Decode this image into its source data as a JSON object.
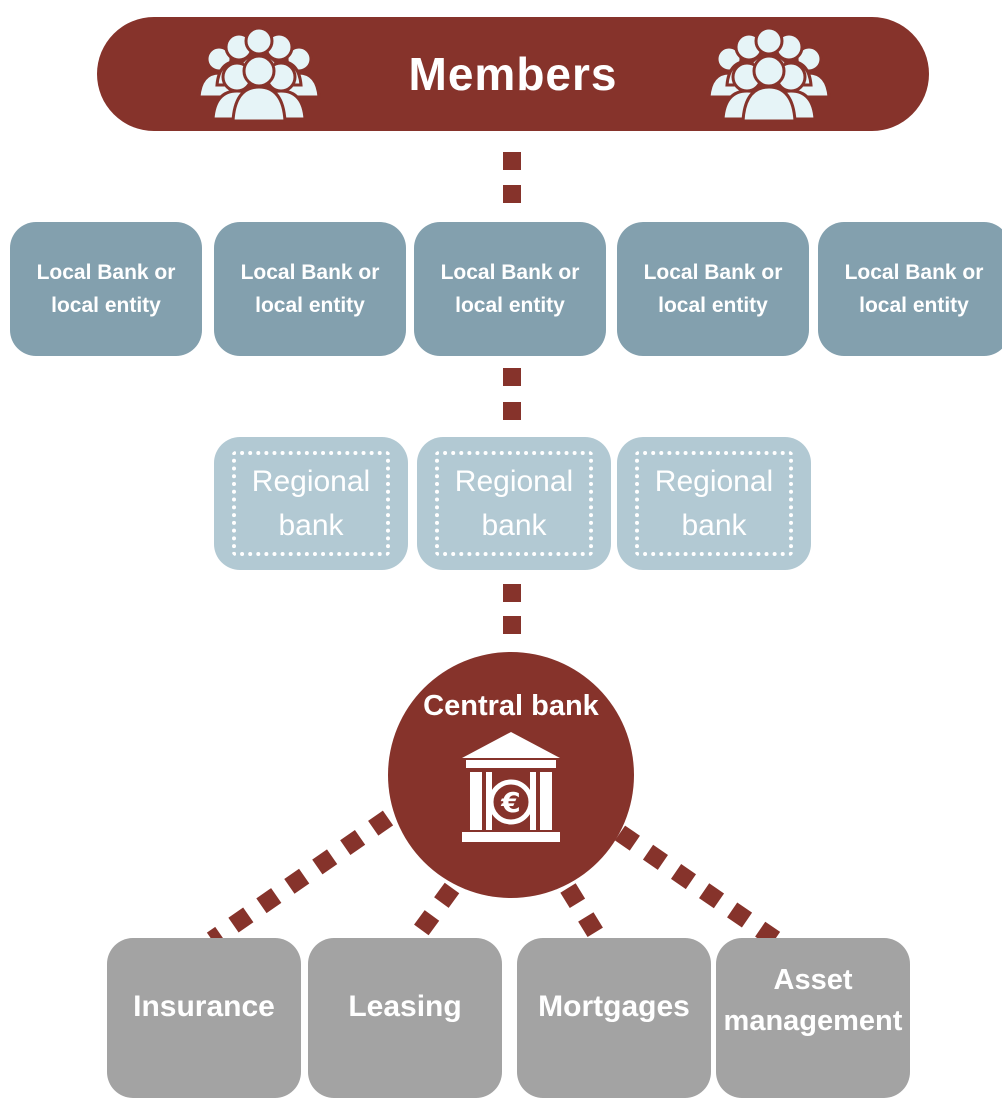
{
  "members": {
    "title": "Members",
    "icon": "people-group-icon"
  },
  "local_entities": [
    {
      "label": "Local Bank or local entity"
    },
    {
      "label": "Local Bank or local entity"
    },
    {
      "label": "Local Bank or local entity"
    },
    {
      "label": "Local Bank or local entity"
    },
    {
      "label": "Local Bank or local entity"
    }
  ],
  "regional_banks": [
    {
      "label": "Regional bank"
    },
    {
      "label": "Regional bank"
    },
    {
      "label": "Regional bank"
    }
  ],
  "central": {
    "title": "Central bank",
    "icon": "bank-euro-icon",
    "currency_symbol": "€"
  },
  "subsidiaries": [
    {
      "label": "Insurance"
    },
    {
      "label": "Leasing"
    },
    {
      "label": "Mortgages"
    },
    {
      "label": "Asset management"
    }
  ],
  "colors": {
    "members": "#86332b",
    "local": "#83a0ae",
    "regional": "#b2c9d3",
    "central": "#86332b",
    "subsidiary": "#a3a3a3",
    "connector": "#86332b"
  }
}
